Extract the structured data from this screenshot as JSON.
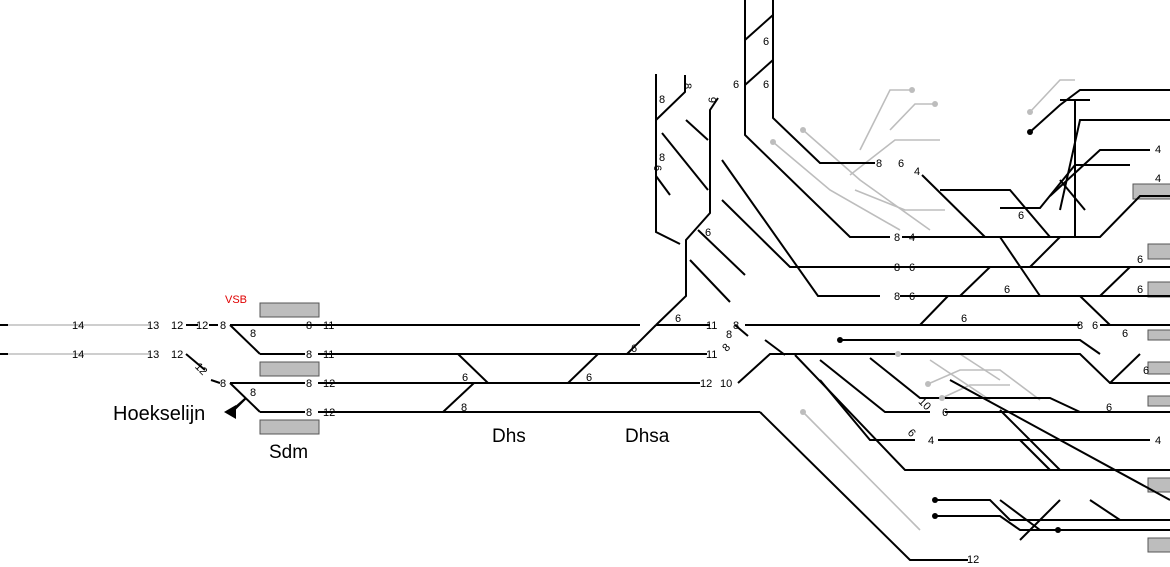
{
  "labels": {
    "hoekselijn": "Hoekselijn",
    "sdm": "Sdm",
    "dhs": "Dhs",
    "dhsa": "Dhsa",
    "vsb": "VSB"
  },
  "colors": {
    "track": "#000000",
    "ghost_track": "#bdbdbd",
    "platform": "#bdbdbd",
    "vsb": "#e00000"
  },
  "track_numbers": {
    "west_row1": [
      "14",
      "13",
      "12",
      "12",
      "8",
      "8",
      "11"
    ],
    "west_row2": [
      "14",
      "13",
      "12",
      "12",
      "8",
      "8",
      "11"
    ],
    "west_row3": [
      "8",
      "8",
      "8",
      "12"
    ],
    "west_row4": [
      "8",
      "12"
    ],
    "crossover": [
      "6",
      "6",
      "6",
      "8",
      "6",
      "6"
    ],
    "junction": [
      "11",
      "8",
      "11",
      "8",
      "8",
      "12",
      "10"
    ],
    "north": [
      "8",
      "8",
      "6",
      "6",
      "6",
      "6",
      "8",
      "6"
    ],
    "east": [
      "8",
      "6",
      "4",
      "8",
      "4",
      "8",
      "6",
      "8",
      "6",
      "6",
      "6",
      "6",
      "8",
      "6",
      "6",
      "6",
      "6",
      "10",
      "6",
      "6",
      "6",
      "4",
      "4",
      "4",
      "4",
      "12",
      "6"
    ]
  }
}
